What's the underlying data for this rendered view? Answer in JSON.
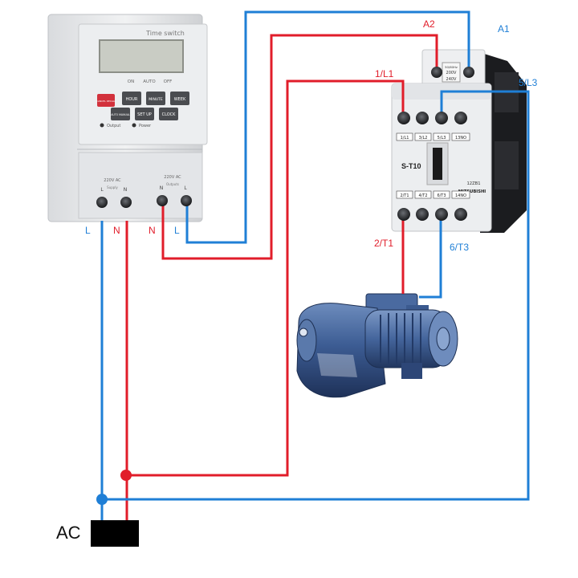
{
  "colors": {
    "live": "#e11d2a",
    "neutral": "#1f7fd6",
    "device_body": "#e9eaec",
    "lcd": "#c9ccc4",
    "pump": "#3f5f94",
    "ac_block": "#000000"
  },
  "timer": {
    "title": "Time switch",
    "mode_labels": [
      "ON",
      "AUTO",
      "OFF"
    ],
    "buttons": [
      "CANCEL RECALL",
      "HOUR",
      "MINUTE",
      "WEEK",
      "AUTO MANUAL",
      "SET UP",
      "CLOCK"
    ],
    "indicators": [
      "Output",
      "Power"
    ],
    "input_block": {
      "voltage": "220V AC",
      "note": "Supply",
      "terminals": [
        "L",
        "N"
      ]
    },
    "output_block": {
      "voltage": "220V AC",
      "note": "Outputs",
      "terminals": [
        "N",
        "L"
      ]
    }
  },
  "wire_labels": {
    "timer_in_L": "L",
    "timer_in_N": "N",
    "timer_out_N": "N",
    "timer_out_L": "L"
  },
  "contactor": {
    "model": "S-T10",
    "brand": "MITSUBISHI",
    "code": "12ZB1",
    "coil_rating": [
      "50/60Hz",
      "200V",
      "240V"
    ],
    "top_terminal_marks": [
      "1/L1",
      "3/L2",
      "5/L3",
      "13NO"
    ],
    "bottom_terminal_marks": [
      "2/T1",
      "4/T2",
      "6/T3",
      "14NO"
    ],
    "labels": {
      "a2": "A2",
      "a1": "A1",
      "l1": "1/L1",
      "l3": "5/L3",
      "t1": "2/T1",
      "t3": "6/T3"
    }
  },
  "source": {
    "label": "AC"
  }
}
